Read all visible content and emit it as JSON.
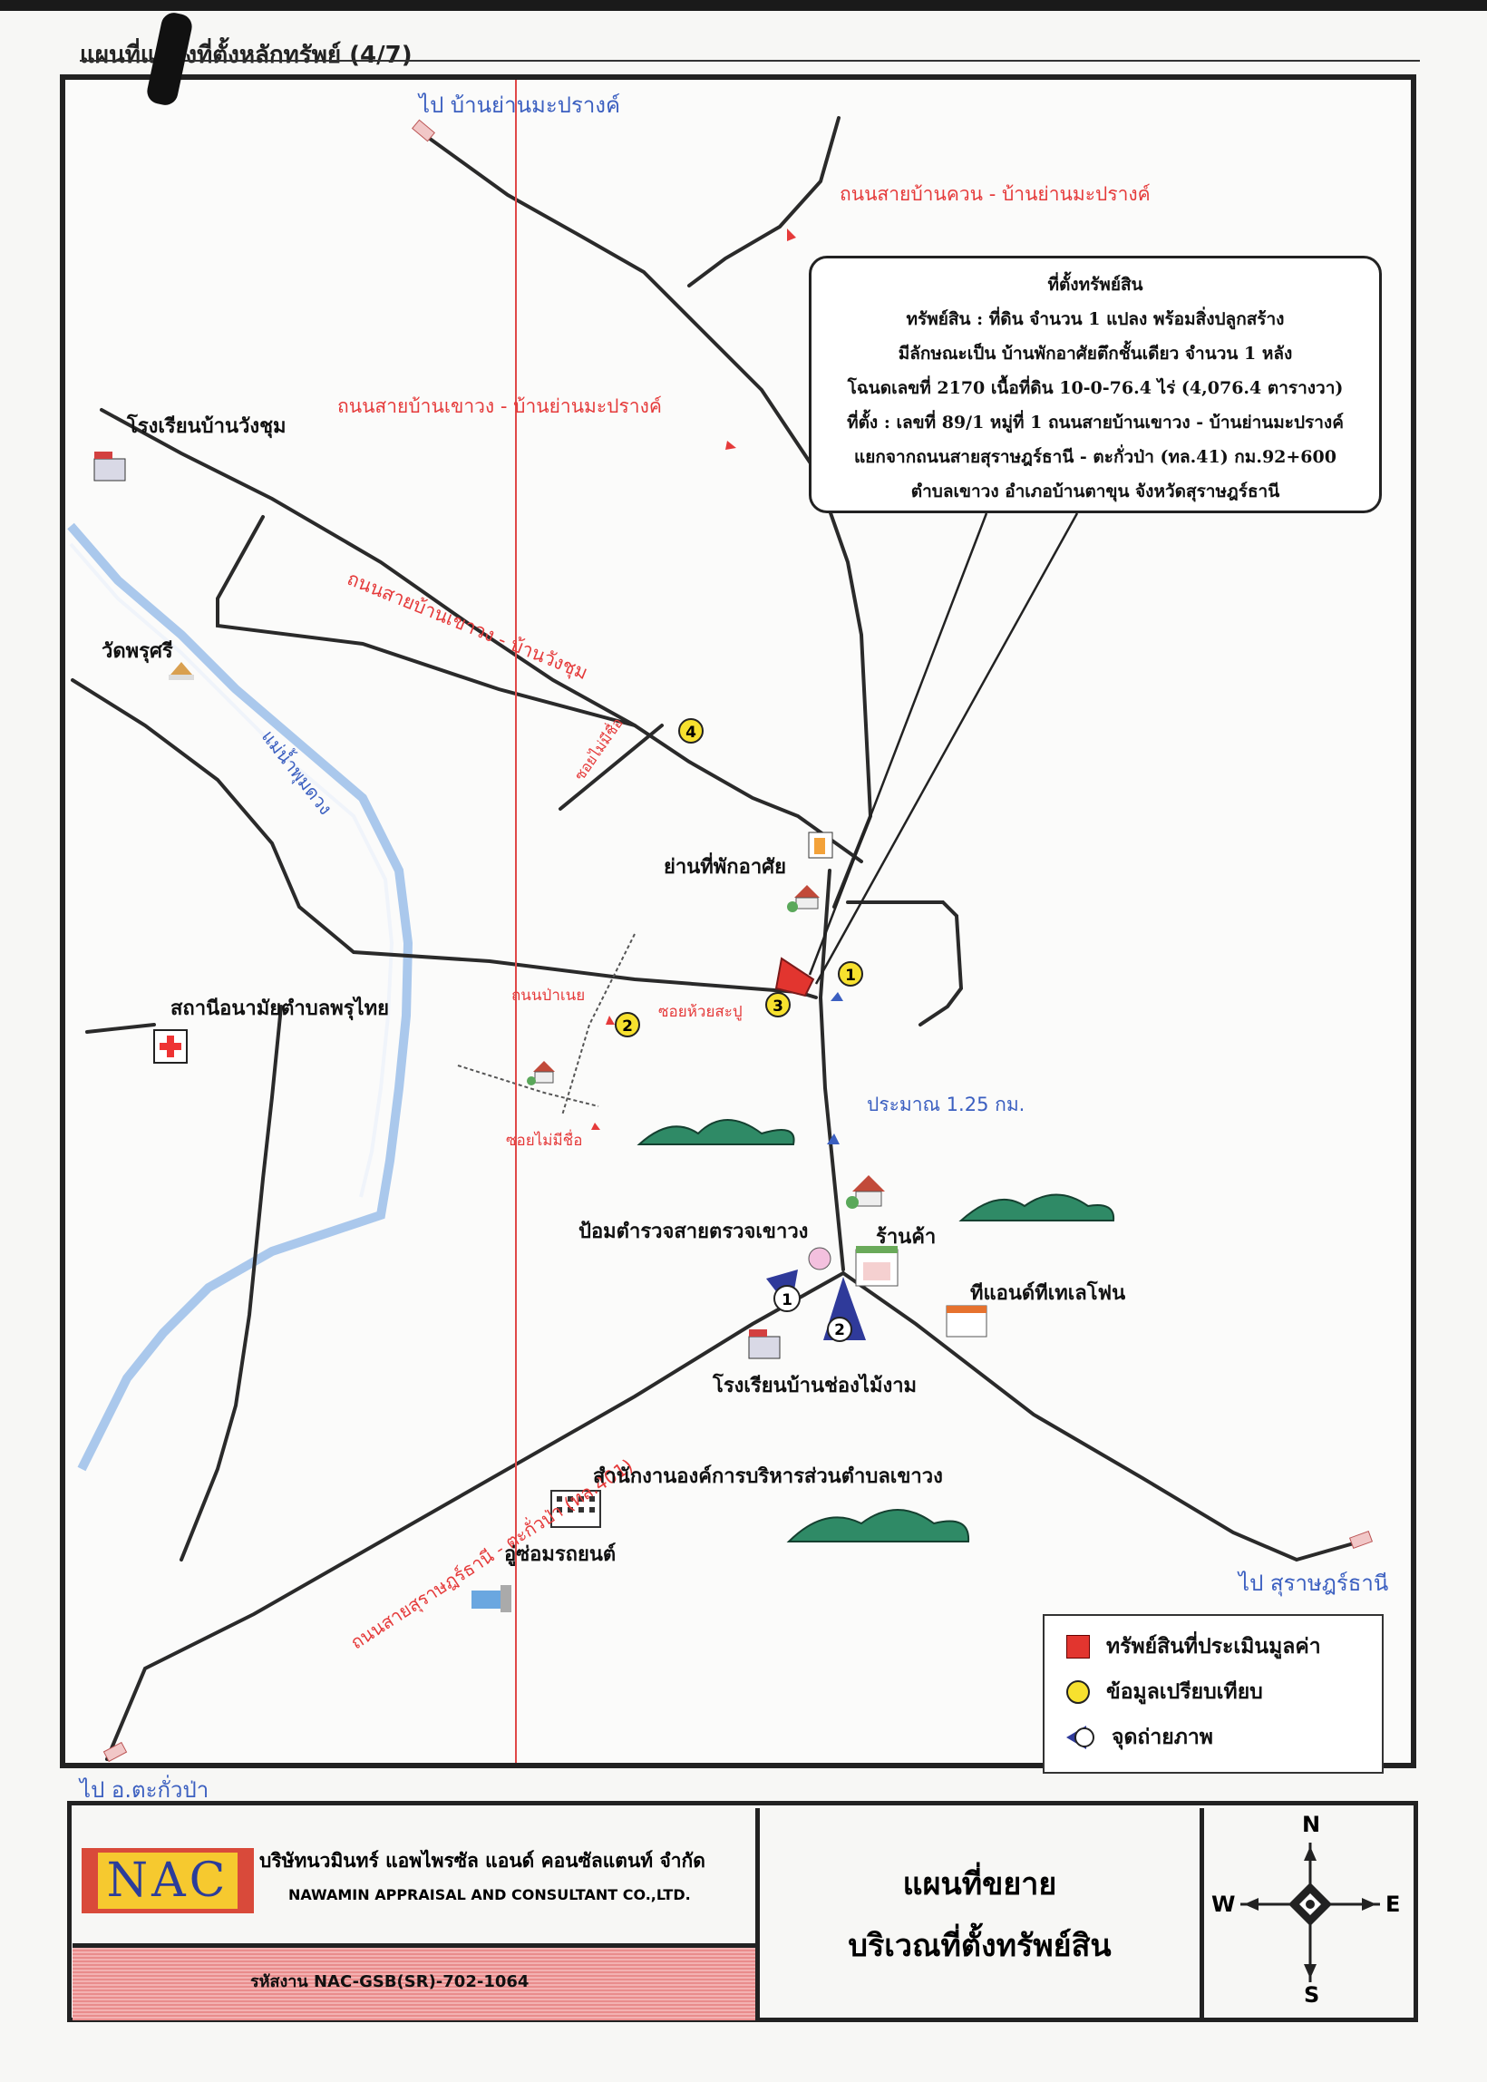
{
  "header": {
    "title": "แผนที่แสดงที่ตั้งหลักทรัพย์ (4/7)"
  },
  "map": {
    "destinations": {
      "top": "ไป บ้านย่านมะปรางค์",
      "right": "ไป สุราษฎร์ธานี",
      "bottom_left": "ไป อ.ตะกั่วป่า"
    },
    "roads": {
      "road_huan": "ถนนสายบ้านควน - บ้านย่านมะปรางค์",
      "road_khaowang_yan": "ถนนสายบ้านเขาวง - บ้านย่านมะปรางค์",
      "road_khaowang_wangchum": "ถนนสายบ้านเขาวง - บ้านวังชุม",
      "soi_unnamed_1": "ซอยไม่มีชื่อ",
      "soi_unnamed_2": "ซอยไม่มีชื่อ",
      "soi_huaysapu": "ซอยห้วยสะปู",
      "road_panae": "ถนนป่าเนย",
      "main_highway": "ถนนสายสุราษฎร์ธานี - ตะกั่วป่า (ทล.401)",
      "river": "แม่น้ำพุมดวง",
      "distance": "ประมาณ 1.25 กม."
    },
    "places": {
      "school_wangchum": "โรงเรียนบ้านวังชุม",
      "wat": "วัดพรุศรี",
      "residential": "ย่านที่พักอาศัย",
      "health": "สถานีอนามัยตำบลพรุไทย",
      "police": "ป้อมตำรวจสายตรวจเขาวง",
      "shop": "ร้านค้า",
      "seven": "ทีแอนด์ทีเทเลโฟน",
      "school_chongmai": "โรงเรียนบ้านช่องไม้งาม",
      "tao_office": "สำนักงานองค์การบริหารส่วนตำบลเขาวง",
      "garage": "อู่ซ่อมรถยนต์"
    },
    "markers": {
      "comp1": "1",
      "comp2": "2",
      "comp3": "3",
      "comp4": "4",
      "photo1": "1",
      "photo2": "2"
    },
    "colors": {
      "property": "#e2352f",
      "comparable": "#f7e12e",
      "photo_point": "#2f3a9a",
      "road_label": "#e53a3a",
      "blue_label": "#3b5fc0"
    }
  },
  "property_info": {
    "title": "ที่ตั้งทรัพย์สิน",
    "line1": "ทรัพย์สิน : ที่ดิน จำนวน 1 แปลง พร้อมสิ่งปลูกสร้าง",
    "line2": "มีลักษณะเป็น บ้านพักอาศัยตึกชั้นเดียว จำนวน 1 หลัง",
    "line3": "โฉนดเลขที่ 2170 เนื้อที่ดิน 10-0-76.4 ไร่ (4,076.4 ตารางวา)",
    "line4": "ที่ตั้ง : เลขที่ 89/1 หมู่ที่ 1 ถนนสายบ้านเขาวง - บ้านย่านมะปรางค์",
    "line5": "แยกจากถนนสายสุราษฎร์ธานี - ตะกั่วป่า (ทล.41) กม.92+600",
    "line6": "ตำบลเขาวง อำเภอบ้านตาขุน จังหวัดสุราษฎร์ธานี"
  },
  "legend": {
    "property": "ทรัพย์สินที่ประเมินมูลค่า",
    "comparable": "ข้อมูลเปรียบเทียบ",
    "photo": "จุดถ่ายภาพ"
  },
  "footer": {
    "logo": "NAC",
    "company_th": "บริษัทนวมินทร์ แอพไพรซัล แอนด์ คอนซัลแตนท์ จำกัด",
    "company_en": "NAWAMIN APPRAISAL AND CONSULTANT CO.,LTD.",
    "code": "รหัสงาน  NAC-GSB(SR)-702-1064",
    "title_line1": "แผนที่ขยาย",
    "title_line2": "บริเวณที่ตั้งทรัพย์สิน",
    "compass": {
      "n": "N",
      "s": "S",
      "e": "E",
      "w": "W"
    }
  }
}
